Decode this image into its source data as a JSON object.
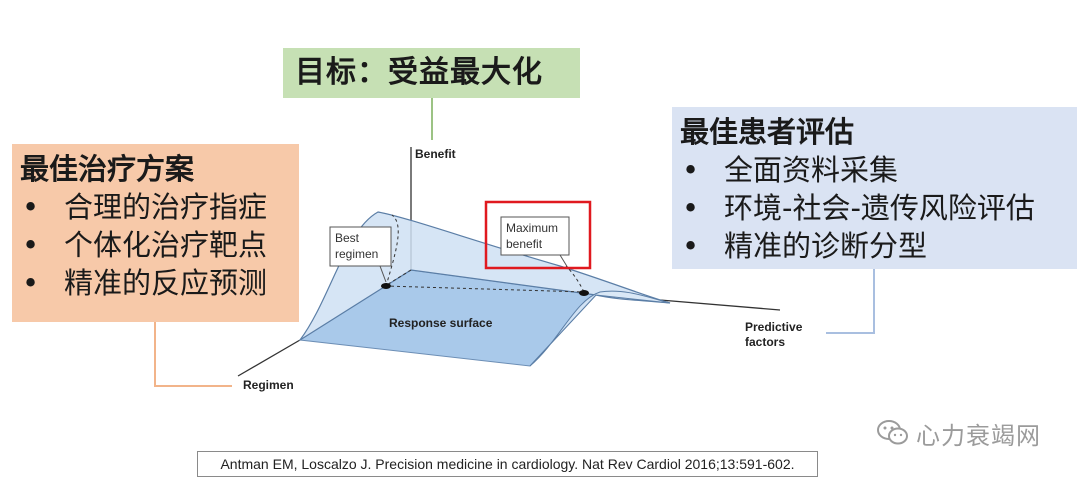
{
  "goal": {
    "title": "目标：受益最大化"
  },
  "treatment": {
    "title": "最佳治疗方案",
    "items": [
      "合理的治疗指症",
      "个体化治疗靶点",
      "精准的反应预测"
    ]
  },
  "patient": {
    "title": "最佳患者评估",
    "items": [
      "全面资料采集",
      "环境-社会-遗传风险评估",
      "精准的诊断分型"
    ]
  },
  "figure": {
    "benefit_axis": "Benefit",
    "regimen_axis": "Regimen",
    "predictive_axis_line1": "Predictive",
    "predictive_axis_line2": "factors",
    "best_regimen_line1": "Best",
    "best_regimen_line2": "regimen",
    "max_benefit_line1": "Maximum",
    "max_benefit_line2": "benefit",
    "surface_label": "Response surface"
  },
  "bullet_glyph": "•",
  "citation": "Antman EM, Loscalzo J. Precision medicine in cardiology. Nat Rev Cardiol 2016;13:591-602.",
  "watermark": {
    "text": "心力衰竭网",
    "icon": "wechat-icon"
  },
  "colors": {
    "goal_bg": "#c6e0b4",
    "treatment_bg": "#f7c9a9",
    "patient_bg": "#dae3f3",
    "surface_fill": "#a9c9ea",
    "highlight_red": "#e0191f"
  }
}
